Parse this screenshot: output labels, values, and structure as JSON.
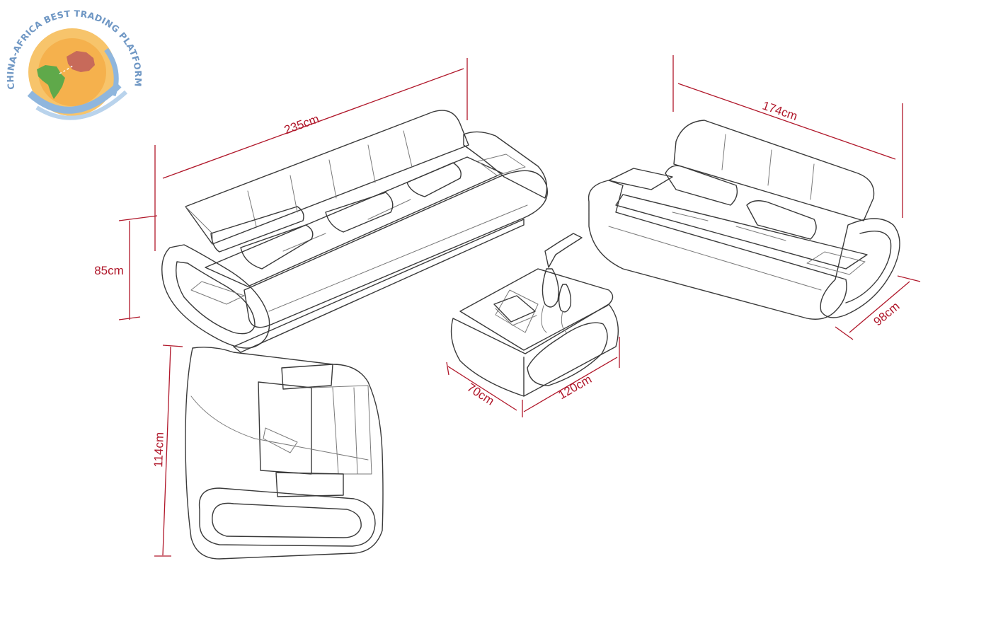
{
  "logo": {
    "text": "CHINA-AFRICA BEST TRADING PLATFORM",
    "colors": {
      "sun": "#f4b04a",
      "ring": "#8fb6dd",
      "africa": "#5fa94a",
      "china": "#c76a5a",
      "text": "#6f97c4"
    }
  },
  "dimensions": {
    "sofa3_width": "235cm",
    "sofa3_height": "85cm",
    "sofa2_width": "174cm",
    "sofa2_depth": "98cm",
    "chair_depth": "114cm",
    "table_depth": "70cm",
    "table_width": "120cm"
  },
  "colors": {
    "dimension": "#b0172a",
    "sketch": "#3a3a3a"
  }
}
